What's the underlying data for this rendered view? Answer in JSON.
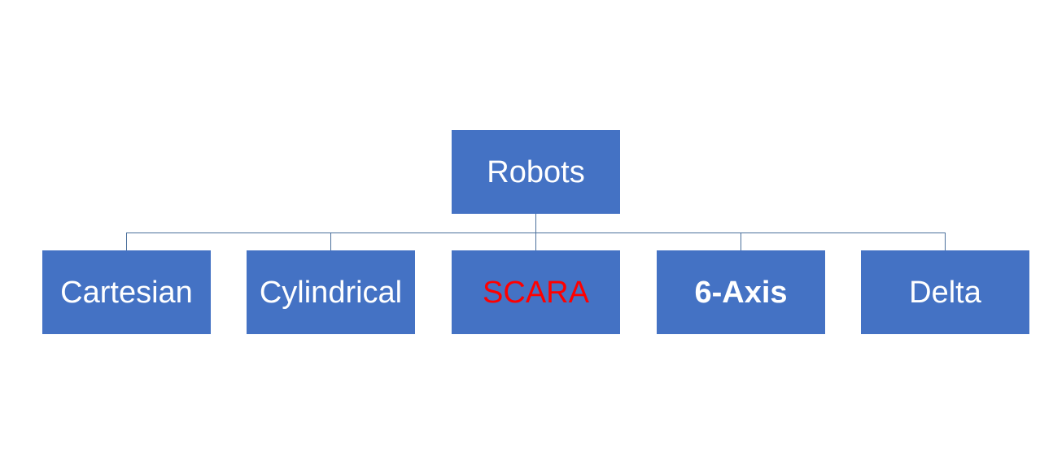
{
  "diagram": {
    "root": {
      "label": "Robots"
    },
    "children": [
      {
        "label": "Cartesian"
      },
      {
        "label": "Cylindrical"
      },
      {
        "label": "SCARA",
        "color": "#ff0000"
      },
      {
        "label": "6-Axis",
        "style": "bold"
      },
      {
        "label": "Delta"
      }
    ]
  },
  "colors": {
    "node_fill": "#4472c4",
    "node_text": "#ffffff",
    "connector": "#4a6f9b",
    "highlight_text": "#ff0000"
  }
}
